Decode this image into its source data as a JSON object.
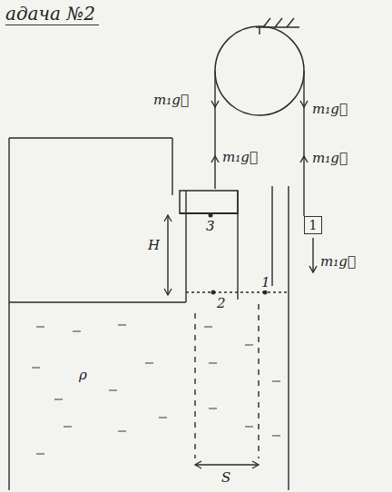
{
  "diagram": {
    "title": "адача №2",
    "nodes": [
      {
        "text": [
          "1"
        ]
      }
    ],
    "labels": [
      "m₁g⃗",
      "m₁g⃗",
      "m₁g⃗",
      "m₁g⃗",
      "m₁g⃗",
      "H",
      "3",
      "2",
      "1",
      "ρ",
      "S"
    ]
  }
}
